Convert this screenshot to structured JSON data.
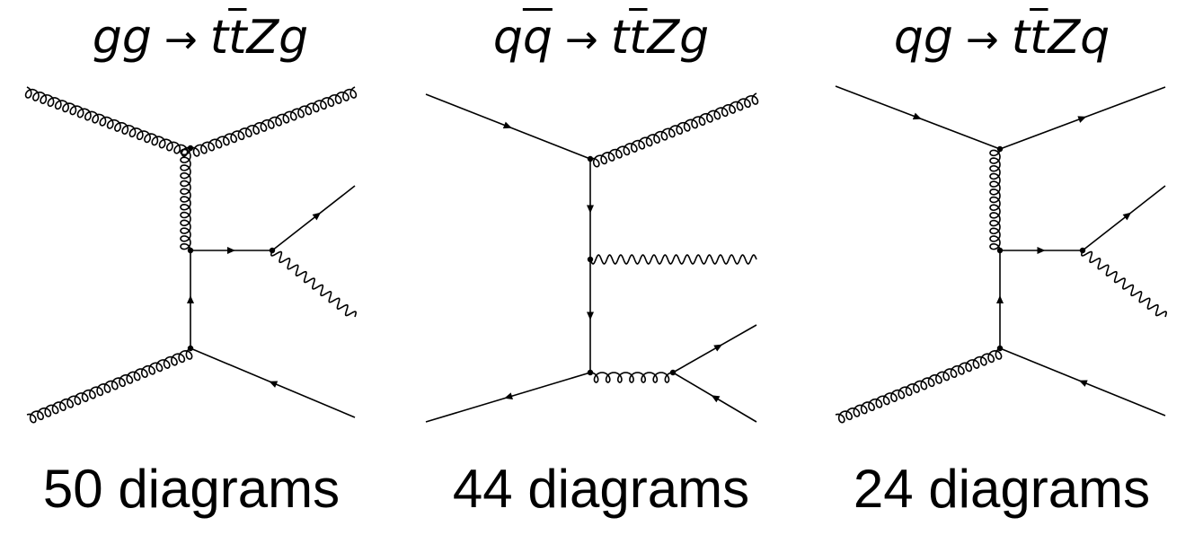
{
  "panels": [
    {
      "process": {
        "lhs": "gg",
        "arrow": "→",
        "t": "t",
        "tbar": "t",
        "rest": "Zg"
      },
      "count_label": "50 diagrams"
    },
    {
      "process": {
        "lhs_q": "q",
        "lhs_qbar": "q",
        "arrow": "→",
        "t": "t",
        "tbar": "t",
        "rest": "Zg"
      },
      "count_label": "44 diagrams"
    },
    {
      "process": {
        "lhs": "qg",
        "arrow": "→",
        "t": "t",
        "tbar": "t",
        "rest": "Zq"
      },
      "count_label": "24 diagrams"
    }
  ]
}
